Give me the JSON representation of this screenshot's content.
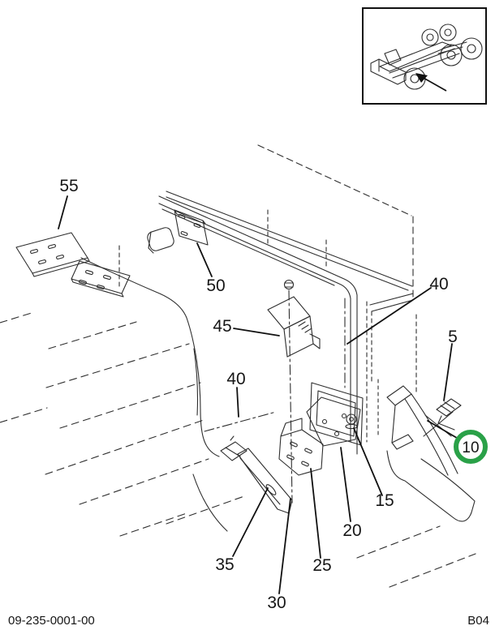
{
  "colors": {
    "highlight_ring": "#2aa148",
    "ink": "#1f1f1f"
  },
  "footer": {
    "left": "09-235-0001-00",
    "right": "B04"
  },
  "inset": {
    "icon": "truck-chassis-icon",
    "arrow_icon": "location-arrow-icon"
  },
  "callouts": {
    "c55": "55",
    "c50": "50",
    "c45": "45",
    "c40_upper": "40",
    "c40_lower": "40",
    "c5": "5",
    "c10": "10",
    "c15": "15",
    "c20": "20",
    "c25": "25",
    "c30": "30",
    "c35": "35"
  }
}
